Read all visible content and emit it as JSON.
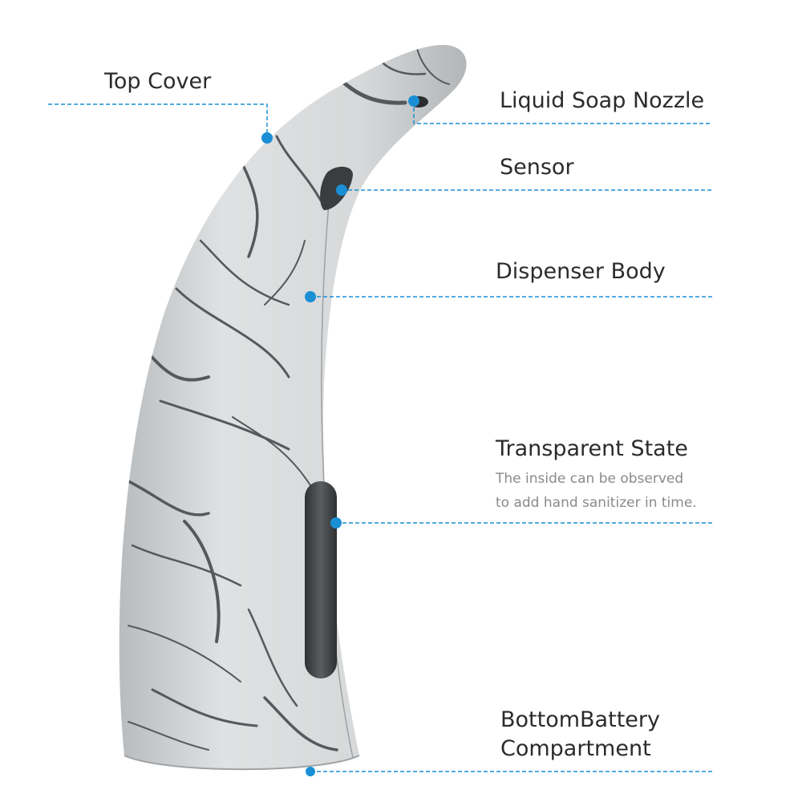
{
  "callouts": {
    "top_cover": "Top Cover",
    "nozzle": "Liquid Soap Nozzle",
    "sensor": "Sensor",
    "body": "Dispenser Body",
    "transparent": {
      "title": "Transparent State",
      "desc_line1": "The inside can be observed",
      "desc_line2": "to add hand sanitizer in time."
    },
    "battery": {
      "line1": "BottomBattery",
      "line2": "Compartment"
    }
  },
  "colors": {
    "accent": "#1a8fd6",
    "label_text": "#2b2b2b",
    "desc_text": "#8a8a8a",
    "marble_base": "#d9dbdc",
    "marble_vein": "#55595c",
    "window": "#3f4245"
  }
}
